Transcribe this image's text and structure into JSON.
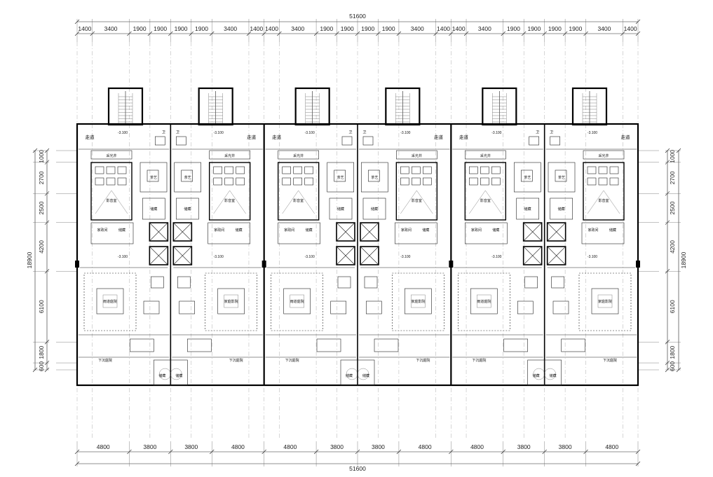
{
  "dimensions": {
    "overall": "51600",
    "top_segments": [
      "1400",
      "3400",
      "1900",
      "1900",
      "1900",
      "1900",
      "3400",
      "1400",
      "1400",
      "3400",
      "1900",
      "1900",
      "1900",
      "1900",
      "3400",
      "1400",
      "1400",
      "3400",
      "1900",
      "1900",
      "1900",
      "1900",
      "3400",
      "1400"
    ],
    "bottom_segments": [
      "4800",
      "3800",
      "3800",
      "4800",
      "4800",
      "3800",
      "3800",
      "4800",
      "4800",
      "3800",
      "3800",
      "4800"
    ],
    "vertical_total": "18900",
    "vertical_segments": [
      "1000",
      "2700",
      "2500",
      "4200",
      "6100",
      "1800",
      "600"
    ]
  },
  "rooms": {
    "corridor": "走道",
    "bath": "卫",
    "light_well": "采光井",
    "tea": "茶艺",
    "theater": "影音室",
    "storage": "储藏",
    "laundry": "家政间",
    "courtyard_a": "雨道庭院",
    "courtyard_b": "家庭影院",
    "sunken_yard": "下沉庭院",
    "storage_bottom": "储藏"
  },
  "levels": {
    "upper": "-3.100",
    "lower": "-3.100"
  }
}
